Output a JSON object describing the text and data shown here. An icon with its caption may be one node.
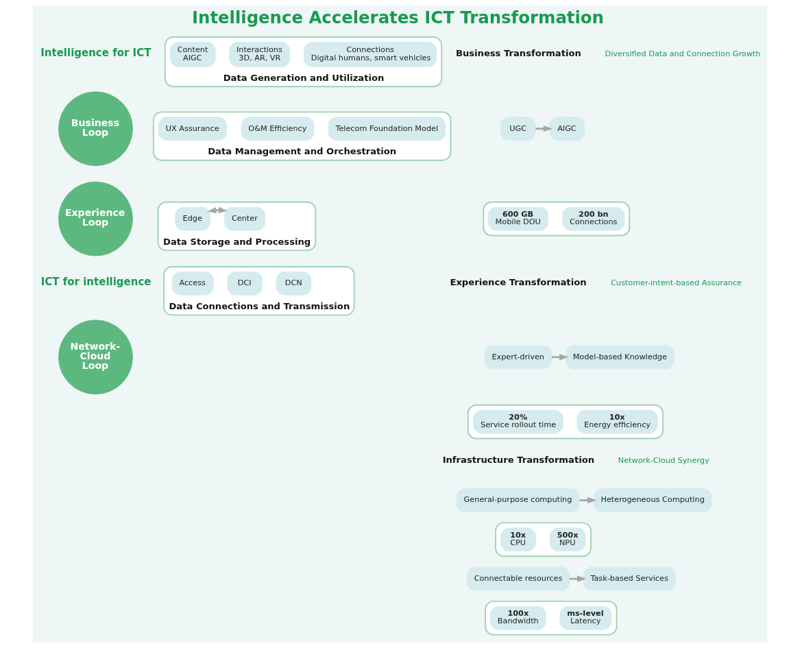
{
  "diagram": {
    "title": "Intelligence Accelerates ICT Transformation",
    "nodes": [
      {
        "text": [
          "Business Loop"
        ]
      },
      {
        "text": [
          "Experience Loop"
        ]
      },
      {
        "text": [
          "Network-Cloud Loop"
        ]
      },
      {
        "text": [
          "Data Generation and Utilization"
        ]
      },
      {
        "text": [
          "Content",
          "AIGC"
        ],
        "in": 3
      },
      {
        "text": [
          "Interactions",
          "3D, AR, VR"
        ],
        "in": 3
      },
      {
        "text": [
          "Connections",
          "Digital humans, smart vehicles"
        ],
        "in": 3
      },
      {
        "text": [
          "Data Management and Orchestration"
        ]
      },
      {
        "text": [
          "UX Assurance"
        ],
        "in": 7
      },
      {
        "text": [
          "O&M Efficiency"
        ],
        "in": 7
      },
      {
        "text": [
          "Telecom Foundation Model"
        ],
        "in": 7
      },
      {
        "text": [
          "Data Storage and Processing"
        ]
      },
      {
        "text": [
          "Edge"
        ],
        "in": 11
      },
      {
        "text": [
          "Center"
        ],
        "in": 11
      },
      {
        "text": [
          "Data Connections and Transmission"
        ]
      },
      {
        "text": [
          "Access"
        ],
        "in": 14
      },
      {
        "text": [
          "DCI"
        ],
        "in": 14
      },
      {
        "text": [
          "DCN"
        ],
        "in": 14
      },
      {
        "text": [
          "UGC"
        ]
      },
      {
        "text": [
          "AIGC"
        ]
      },
      {
        "text": [],
        "shape": "ellipse"
      },
      {
        "text": [
          "600 GB",
          "Mobile DOU"
        ],
        "in": 20
      },
      {
        "text": [
          "200 bn",
          "Connections"
        ],
        "in": 20
      },
      {
        "text": [
          "Expert-driven"
        ]
      },
      {
        "text": [
          "Model-based Knowledge"
        ]
      },
      {
        "text": [],
        "shape": "ellipse"
      },
      {
        "text": [
          "20%",
          "Service rollout time"
        ],
        "in": 25
      },
      {
        "text": [
          "10x",
          "Energy efficiency"
        ],
        "in": 25
      },
      {
        "text": [
          "General-purpose computing"
        ]
      },
      {
        "text": [
          "Heterogeneous Computing"
        ]
      },
      {
        "text": [],
        "shape": "ellipse"
      },
      {
        "text": [
          "10x",
          "CPU"
        ],
        "in": 30
      },
      {
        "text": [
          "500x",
          "NPU"
        ],
        "in": 30
      },
      {
        "text": [
          "Connectable resources"
        ]
      },
      {
        "text": [
          "Task-based Services"
        ]
      },
      {
        "text": [],
        "shape": "ellipse"
      },
      {
        "text": [
          "100x",
          "Bandwidth"
        ],
        "in": 35
      },
      {
        "text": [
          "ms-level",
          "Latency"
        ],
        "in": 35
      }
    ],
    "edges": [
      {
        "from": 12,
        "to": 13,
        "arrow": "both"
      },
      {
        "from": 18,
        "to": 19,
        "arrow": "to"
      },
      {
        "from": 23,
        "to": 24,
        "arrow": "to"
      },
      {
        "from": 28,
        "to": 29,
        "arrow": "to"
      },
      {
        "from": 33,
        "to": 34,
        "arrow": "to"
      }
    ],
    "labels": [
      "Intelligence for ICT",
      "ICT for intelligence",
      "Business Transformation",
      "Diversified Data and Connection Growth",
      "Experience Transformation",
      "Customer-intent-based Assurance",
      "Infrastructure Transformation",
      "Network-Cloud Synergy"
    ]
  }
}
